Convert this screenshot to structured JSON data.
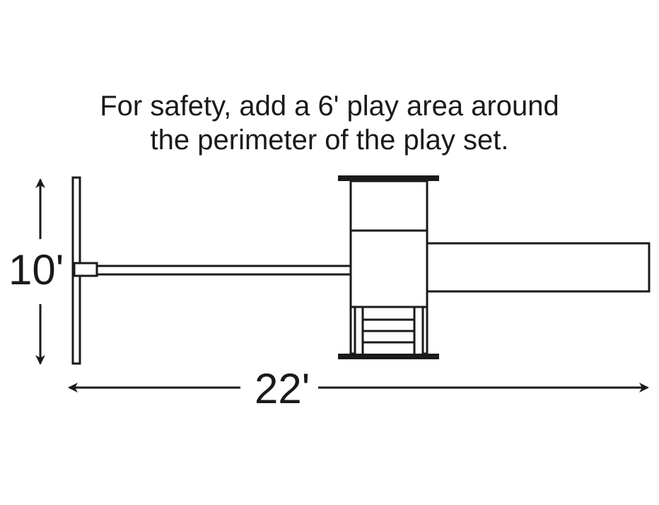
{
  "note": {
    "line1": "For safety, add a 6' play area around",
    "line2": "the perimeter of the play set."
  },
  "dimensions": {
    "height": "10'",
    "width": "22'"
  },
  "colors": {
    "ink": "#1a1a1a",
    "background": "#ffffff"
  }
}
